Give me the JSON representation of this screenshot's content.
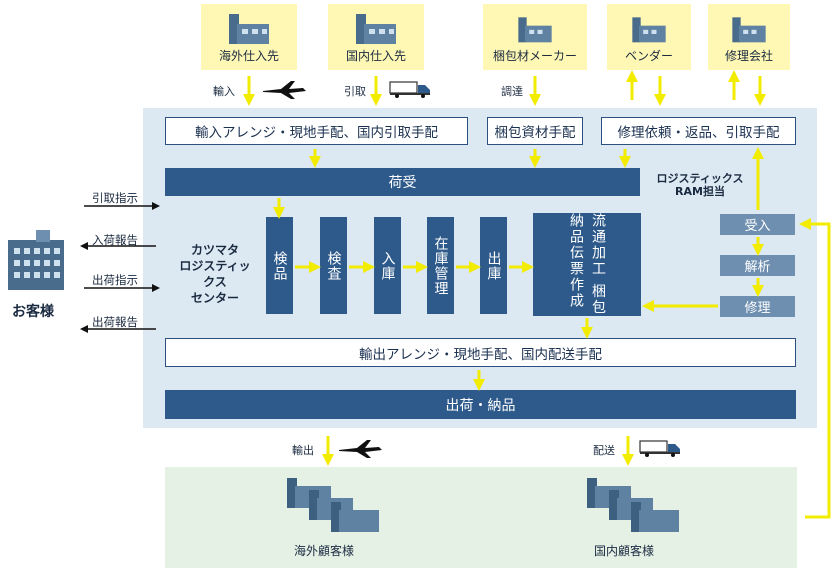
{
  "suppliers": {
    "overseas": "海外仕入先",
    "domestic": "国内仕入先",
    "packaging_maker": "梱包材メーカー",
    "vendor": "ベンダー",
    "repair_company": "修理会社"
  },
  "flow_labels": {
    "import": "輸入",
    "pickup": "引取",
    "procure": "調達",
    "export": "輸出",
    "delivery": "配送"
  },
  "arrangements": {
    "import_arrange": "輸入アレンジ・現地手配、国内引取手配",
    "packaging_arrange": "梱包資材手配",
    "repair_arrange": "修理依頼・返品、引取手配",
    "export_arrange": "輸出アレンジ・現地手配、国内配送手配"
  },
  "receiving": "荷受",
  "center_name": "カツマタ\nロジスティックス\nセンター",
  "process": {
    "inspection": "検品",
    "check": "検査",
    "warehousing": "入庫",
    "inventory": "在庫管理",
    "shipping_out": "出庫",
    "distribution": "流通加工 梱包 納品伝票作成"
  },
  "ram": {
    "label_line1": "ロジスティックス",
    "label_line2": "RAM担当",
    "accept": "受入",
    "analyze": "解析",
    "repair": "修理"
  },
  "shipment": "出荷・納品",
  "customer": {
    "label": "お客様",
    "pickup_instruction": "引取指示",
    "arrival_report": "入荷報告",
    "shipping_instruction": "出荷指示",
    "shipping_report": "出荷報告"
  },
  "destinations": {
    "overseas_customer": "海外顧客様",
    "domestic_customer": "国内顧客様"
  },
  "colors": {
    "dark_box": "#2d5a8a",
    "light_box": "#6e8fb0",
    "panel": "#dce8f2",
    "arrow": "#f2ec00",
    "supplier_bg": "#fff8b4",
    "destination_bg": "#e6f1e6"
  }
}
